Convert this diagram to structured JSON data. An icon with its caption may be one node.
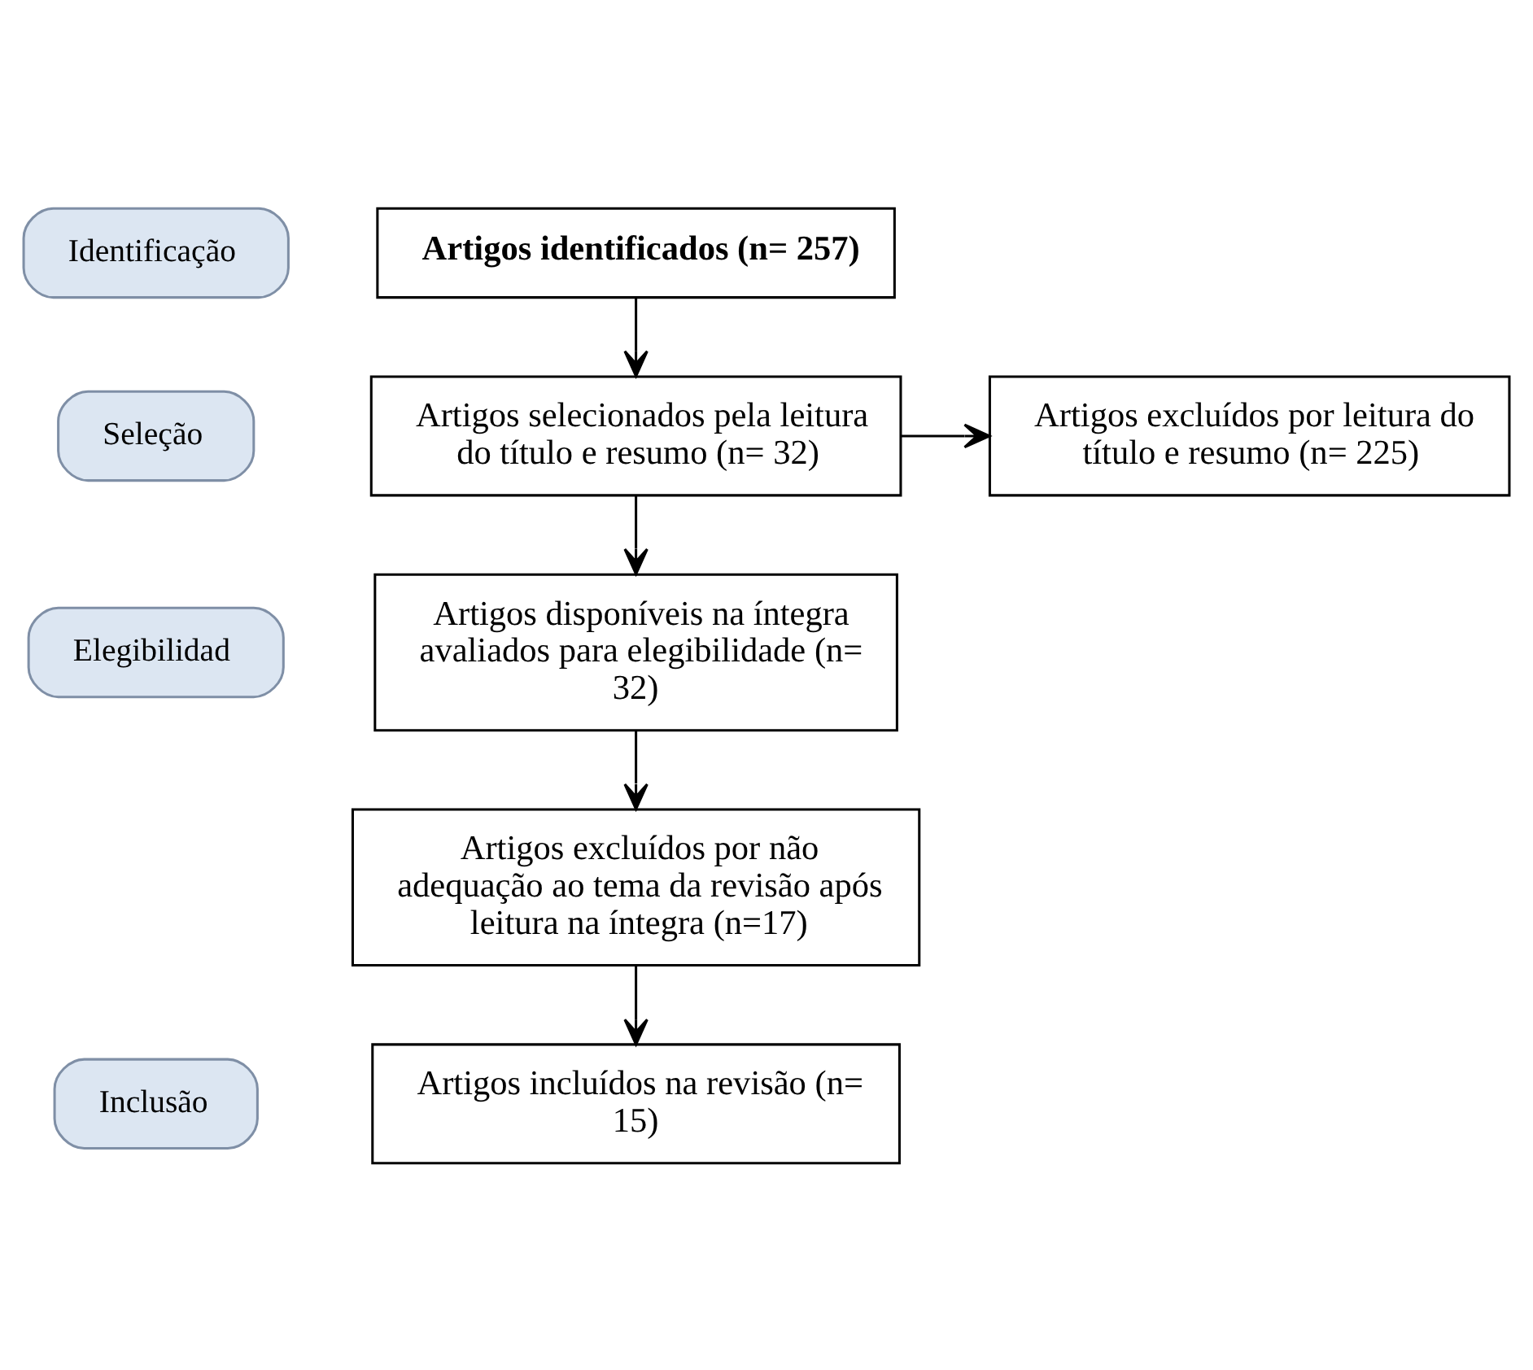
{
  "diagram": {
    "nodes": [
      {
        "text": [
          "Identificação"
        ]
      },
      {
        "text": [
          "Artigos identificados (n= 257)"
        ]
      },
      {
        "text": [
          "Seleção"
        ]
      },
      {
        "text": [
          "Artigos selecionados pela leitura do título e resumo (n= 32)"
        ]
      },
      {
        "text": [
          "Artigos excluídos por leitura do título e resumo (n= 225)"
        ]
      },
      {
        "text": [
          "Elegibilidad"
        ]
      },
      {
        "text": [
          "Artigos disponíveis na íntegra avaliados para elegibilidade (n= 32)"
        ]
      },
      {
        "text": [
          "Artigos excluídos por não adequação ao tema da revisão após leitura na íntegra (n=17)"
        ]
      },
      {
        "text": [
          "Inclusão"
        ]
      },
      {
        "text": [
          "Artigos incluídos na revisão (n= 15)"
        ]
      }
    ],
    "edges": [
      {
        "from": 1,
        "to": 3,
        "arrow": "to"
      },
      {
        "from": 3,
        "to": 4,
        "arrow": "to"
      },
      {
        "from": 3,
        "to": 6,
        "arrow": "to"
      },
      {
        "from": 6,
        "to": 7,
        "arrow": "to"
      },
      {
        "from": 7,
        "to": 9,
        "arrow": "to"
      }
    ]
  }
}
